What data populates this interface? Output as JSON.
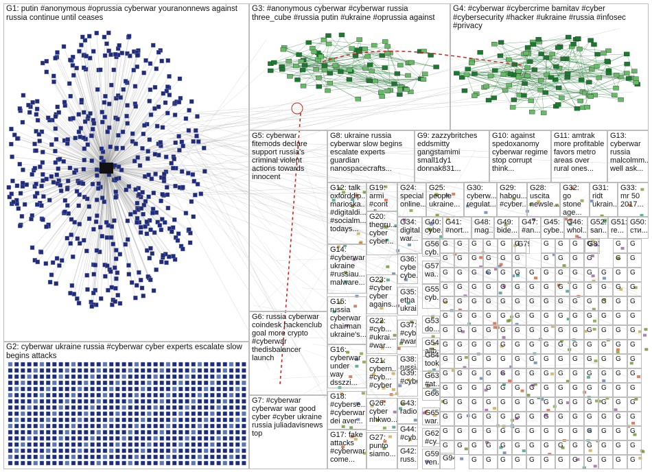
{
  "groups": [
    {
      "id": "G1",
      "label": "G1: putin #anonymous #oprussia cyberwar youranonnews against russia continue until ceases",
      "color": "#1f2a7a",
      "nodes": 520,
      "kind": "star"
    },
    {
      "id": "G2",
      "label": "G2: cyberwar ukraine russia #cyberwar cyber experts escalate slow begins attacks",
      "color": "#3b4c9a",
      "nodes": 400,
      "kind": "grid"
    },
    {
      "id": "G3",
      "label": "G3: #anonymous cyberwar #cyberwar russia three_cube #russia putin #ukraine #oprussia against",
      "color": "#1a6b2e",
      "nodes": 90,
      "kind": "cluster"
    },
    {
      "id": "G4",
      "label": "G4: #cyberwar #cybercrime bamitav #cyber #cybersecurity #hacker #ukraine #russia #infosec #privacy",
      "color": "#157a2a",
      "nodes": 120,
      "kind": "cluster"
    },
    {
      "id": "G5",
      "label": "G5: cyberwar fitemods declare support russia's criminal violent actions towards innocent"
    },
    {
      "id": "G6",
      "label": "G6: russia cyberwar coindesk hackenclub goal more crypto #cyberwar thedisbalancer launch"
    },
    {
      "id": "G7",
      "label": "G7: #cyberwar cyberwar war good cyber #cyber ukraine russia juliadavisnews top"
    },
    {
      "id": "G8",
      "label": "G8: ukraine russia cyberwar slow begins escalate experts guardian nanospacecrafts..."
    },
    {
      "id": "G9",
      "label": "G9: zazzybritches eddsmitty gangstamimi small1dy1 donnak831..."
    },
    {
      "id": "G10",
      "label": "G10: against spedoxanomy cyberwar regime stop corrupt think..."
    },
    {
      "id": "G11",
      "label": "G11: amtrak more profitable favors metro areas over rural ones..."
    },
    {
      "id": "G13",
      "label": "G13: cyberwar russia malcolmm... well ask..."
    },
    {
      "id": "G12",
      "label": "G12: talk oxforddip... marioska... #digitaldi... #socialm... todays..."
    },
    {
      "id": "G14",
      "label": "G14: #cyberwar ukraine #russiau... malware..."
    },
    {
      "id": "G15",
      "label": "G15: russia cyberwar chairman ukraine's..."
    },
    {
      "id": "G16",
      "label": "G16: cyberwar under way dsszzi..."
    },
    {
      "id": "G17",
      "label": "G17: fake attacks #cyberwar come..."
    },
    {
      "id": "G18",
      "label": "G18: #cyberse... #cyberwar dei aver..."
    },
    {
      "id": "G19",
      "label": "G19: armi #cont all #uc..."
    },
    {
      "id": "G20",
      "label": "G20: thegru... cyber cyber..."
    },
    {
      "id": "G21",
      "label": "G21: cybern... #cyb... #cyber"
    },
    {
      "id": "G22",
      "label": "G22: #cyb... #ukrai... #war..."
    },
    {
      "id": "G23",
      "label": "G23: #cyber cyber agains..."
    },
    {
      "id": "G24",
      "label": "G24: special online..."
    },
    {
      "id": "G25",
      "label": "G25: people ukraine..."
    },
    {
      "id": "G26",
      "label": "G26: cyber nhkwo..."
    },
    {
      "id": "G27",
      "label": "G27: punto siamo..."
    },
    {
      "id": "G28",
      "label": "G28: uscita newsle..."
    },
    {
      "id": "G29",
      "label": "G29: habou... #cyber..."
    },
    {
      "id": "G30",
      "label": "G30: cyberw... regulat..."
    },
    {
      "id": "G31",
      "label": "G31: ridt ukrain..."
    },
    {
      "id": "G32",
      "label": "G32: go stone age..."
    },
    {
      "id": "G33",
      "label": "G33: mr 50 2017..."
    },
    {
      "id": "G34",
      "label": "G34: digital war..."
    },
    {
      "id": "G35",
      "label": "G35: etha ukrai..."
    },
    {
      "id": "G36",
      "label": "G36: cybe cybe..."
    },
    {
      "id": "G37",
      "label": "G37: #cyb #war"
    },
    {
      "id": "G38",
      "label": "G38: russi..."
    },
    {
      "id": "G39",
      "label": "G39: #cybe..."
    },
    {
      "id": "G40",
      "label": "G40: cybe..."
    },
    {
      "id": "G41",
      "label": "G41: #nort..."
    },
    {
      "id": "G42",
      "label": "G42: russ..."
    },
    {
      "id": "G43",
      "label": "G43: radio..."
    },
    {
      "id": "G44",
      "label": "G44: #cyb..."
    },
    {
      "id": "G45",
      "label": "G45: cybe..."
    },
    {
      "id": "G46",
      "label": "G46: whol..."
    },
    {
      "id": "G47",
      "label": "G47: #an..."
    },
    {
      "id": "G48",
      "label": "G48: mag..."
    },
    {
      "id": "G49",
      "label": "G49: bide..."
    },
    {
      "id": "G50",
      "label": "G50: сти..."
    },
    {
      "id": "G51",
      "label": "G51: re..."
    },
    {
      "id": "G52",
      "label": "G52: san..."
    },
    {
      "id": "G53",
      "label": "G53: do..."
    },
    {
      "id": "G54",
      "label": "G54: alib..."
    },
    {
      "id": "G55",
      "label": "G55: cyb..."
    },
    {
      "id": "G56",
      "label": "G56: cyb..."
    },
    {
      "id": "G57",
      "label": "G57: wa..."
    },
    {
      "id": "G59",
      "label": "G59: ven..."
    },
    {
      "id": "G62",
      "label": "G62: #cy..."
    },
    {
      "id": "G63",
      "label": "G63: #at..."
    },
    {
      "id": "G64",
      "label": "G64: took"
    },
    {
      "id": "G65",
      "label": "G65: war..."
    },
    {
      "id": "G66",
      "label": "G66"
    },
    {
      "id": "G79",
      "label": "G79"
    },
    {
      "id": "G83",
      "label": "G83"
    },
    {
      "id": "G94",
      "label": "G94"
    }
  ],
  "tiny_group_label": "G",
  "palette": {
    "edge": "#9a9a9a",
    "edge_red": "#d02020",
    "node_blue": "#1d2b80",
    "node_green": "#1c7a30",
    "border": "#bdbdbd"
  }
}
